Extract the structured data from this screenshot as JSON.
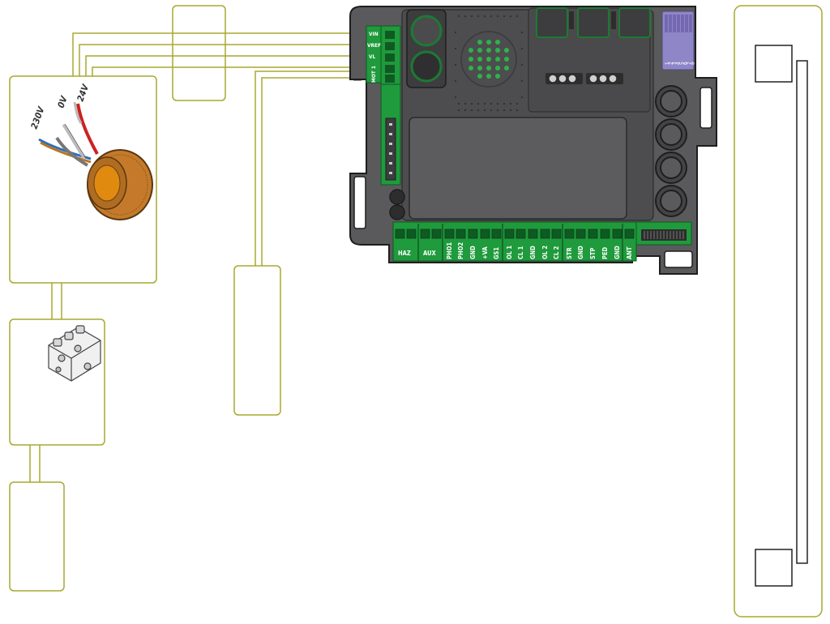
{
  "colors": {
    "wire": "#a8a830",
    "board": "#555557",
    "board_dark": "#2d2d2d",
    "terminal_green": "#1f9a3c",
    "led_green": "#2db34a",
    "dip": "#8f86c8"
  },
  "transformer": {
    "labels": [
      "230V",
      "0V",
      "24V"
    ]
  },
  "side_terminals": [
    "VIN",
    "VREF",
    "VL",
    "MOT 1"
  ],
  "bottom_terminals": {
    "group_labels": [
      "HAZ",
      "AUX"
    ],
    "labels": [
      "PHO1",
      "PHO2",
      "GND",
      "+VA",
      "GS1",
      "OL 1",
      "CL 1",
      "GND",
      "OL 2",
      "CL 2",
      "STR",
      "GND",
      "STP",
      "PED",
      "GND",
      "ANT"
    ]
  },
  "dip_switch": {
    "numbers": [
      "1",
      "2",
      "3",
      "4",
      "5",
      "6",
      "7",
      "8"
    ]
  },
  "icons": [
    "transformer-icon",
    "terminal-block-icon",
    "control-board-icon",
    "gate-icon"
  ]
}
